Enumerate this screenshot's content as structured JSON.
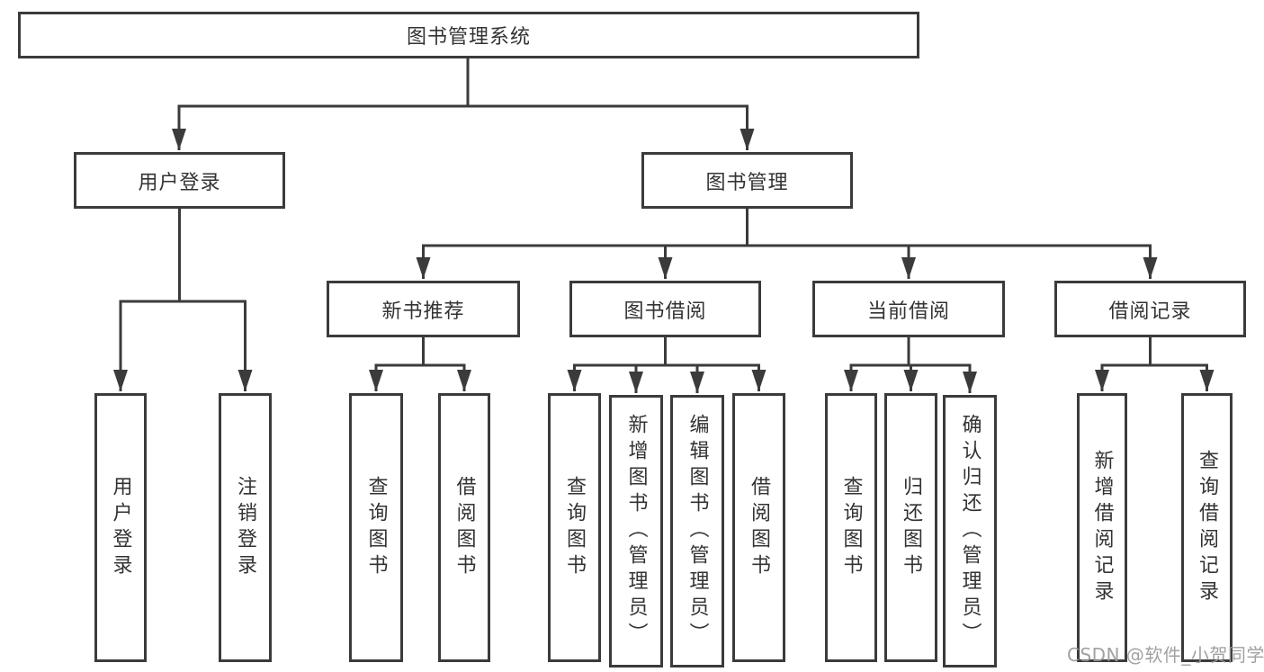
{
  "tree": {
    "label": "图书管理系统",
    "children": [
      {
        "label": "用户登录",
        "children": [
          {
            "label": "用户登录"
          },
          {
            "label": "注销登录"
          }
        ]
      },
      {
        "label": "图书管理",
        "children": [
          {
            "label": "新书推荐",
            "children": [
              {
                "label": "查询图书"
              },
              {
                "label": "借阅图书"
              }
            ]
          },
          {
            "label": "图书借阅",
            "children": [
              {
                "label": "查询图书"
              },
              {
                "label": "新增图书（管理员）"
              },
              {
                "label": "编辑图书（管理员）"
              },
              {
                "label": "借阅图书"
              }
            ]
          },
          {
            "label": "当前借阅",
            "children": [
              {
                "label": "查询图书"
              },
              {
                "label": "归还图书"
              },
              {
                "label": "确认归还（管理员）"
              }
            ]
          },
          {
            "label": "借阅记录",
            "children": [
              {
                "label": "新增借阅记录"
              },
              {
                "label": "查询借阅记录"
              }
            ]
          }
        ]
      }
    ]
  },
  "watermark": {
    "text": "CSDN @软件_小贺同学"
  },
  "colors": {
    "line": "#3b3b3b",
    "box_border": "#3b3b3b",
    "text": "#333333",
    "watermark": "#999999",
    "background": "#ffffff"
  }
}
